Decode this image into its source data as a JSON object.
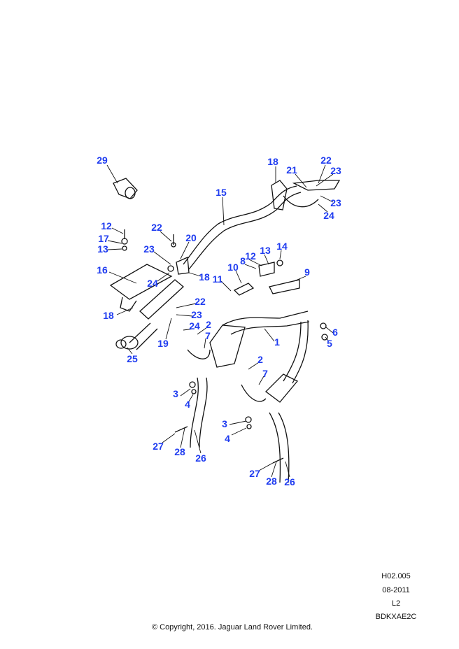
{
  "labels": [
    "29",
    "18",
    "22",
    "21",
    "23",
    "15",
    "23",
    "24",
    "12",
    "22",
    "20",
    "17",
    "13",
    "23",
    "12",
    "13",
    "14",
    "8",
    "10",
    "16",
    "9",
    "18",
    "24",
    "11",
    "22",
    "18",
    "23",
    "2",
    "24",
    "6",
    "7",
    "19",
    "1",
    "5",
    "25",
    "2",
    "7",
    "3",
    "4",
    "3",
    "4",
    "27",
    "28",
    "26",
    "27",
    "28",
    "26"
  ],
  "colors": {
    "callout": "#1f3cf0",
    "line": "#111111"
  },
  "meta": {
    "ref": "H02.005",
    "date": "08-2011",
    "level": "L2",
    "code": "BDKXAE2C"
  },
  "copyright": "© Copyright, 2016. Jaguar Land Rover Limited."
}
